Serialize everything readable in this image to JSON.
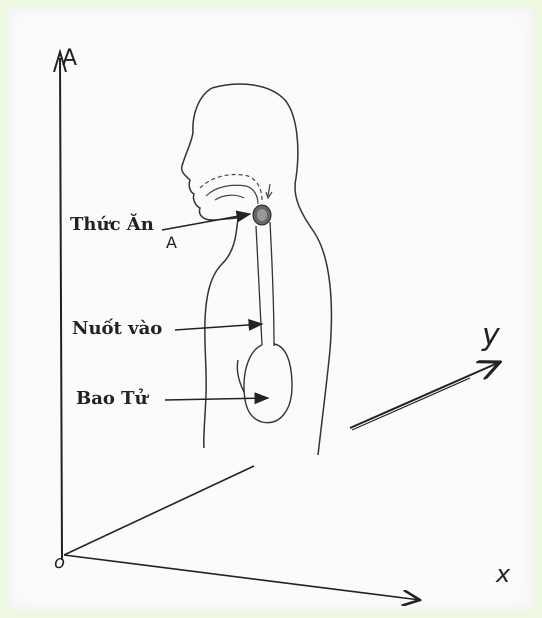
{
  "labels": {
    "food": "Thức Ăn",
    "swallow": "Nuốt vào",
    "stomach": "Bao Tử",
    "point_a": "A"
  },
  "axes": {
    "vertical": "A",
    "x": "x",
    "y": "y",
    "origin": "o"
  }
}
